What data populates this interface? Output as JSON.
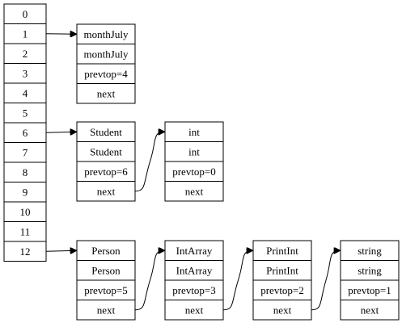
{
  "table": {
    "slots": [
      "0",
      "1",
      "2",
      "3",
      "4",
      "5",
      "6",
      "7",
      "8",
      "9",
      "10",
      "11",
      "12"
    ]
  },
  "nodes": [
    {
      "id": "monthJuly",
      "cells": [
        "monthJuly",
        "monthJuly",
        "prevtop=4",
        "next"
      ]
    },
    {
      "id": "Student",
      "cells": [
        "Student",
        "Student",
        "prevtop=6",
        "next"
      ]
    },
    {
      "id": "int",
      "cells": [
        "int",
        "int",
        "prevtop=0",
        "next"
      ]
    },
    {
      "id": "Person",
      "cells": [
        "Person",
        "Person",
        "prevtop=5",
        "next"
      ]
    },
    {
      "id": "IntArray",
      "cells": [
        "IntArray",
        "IntArray",
        "prevtop=3",
        "next"
      ]
    },
    {
      "id": "PrintInt",
      "cells": [
        "PrintInt",
        "PrintInt",
        "prevtop=2",
        "next"
      ]
    },
    {
      "id": "string",
      "cells": [
        "string",
        "string",
        "prevtop=1",
        "next"
      ]
    }
  ],
  "slot_links": [
    {
      "slot": 1,
      "node": "monthJuly"
    },
    {
      "slot": 6,
      "node": "Student"
    },
    {
      "slot": 12,
      "node": "Person"
    }
  ],
  "next_links": [
    {
      "from": "Student",
      "to": "int"
    },
    {
      "from": "Person",
      "to": "IntArray"
    },
    {
      "from": "IntArray",
      "to": "PrintInt"
    },
    {
      "from": "PrintInt",
      "to": "string"
    }
  ],
  "colors": {
    "stroke": "#000000",
    "fill": "#ffffff",
    "text": "#000000"
  }
}
